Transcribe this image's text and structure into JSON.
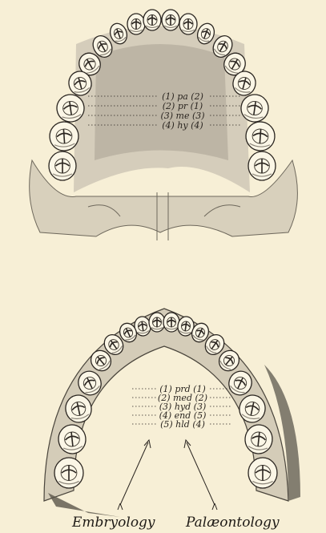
{
  "upper_jaw": {
    "labels": [
      "(1) pa (2)",
      "(2) pr (1)",
      "(3) me (3)",
      "(4) hy (4)"
    ]
  },
  "lower_jaw": {
    "labels": [
      "(1) prd (1)",
      "(2) med (2)",
      "(3) hyd (3)",
      "(4) end (5)",
      "(5) hld (4)"
    ]
  },
  "captions": {
    "left": "Embryology",
    "right": "Palæontology"
  },
  "colors": {
    "paper": "#f7efd6",
    "ink": "#2a2520",
    "enamel": "#fbf6e6",
    "shade": "#8a8478"
  }
}
